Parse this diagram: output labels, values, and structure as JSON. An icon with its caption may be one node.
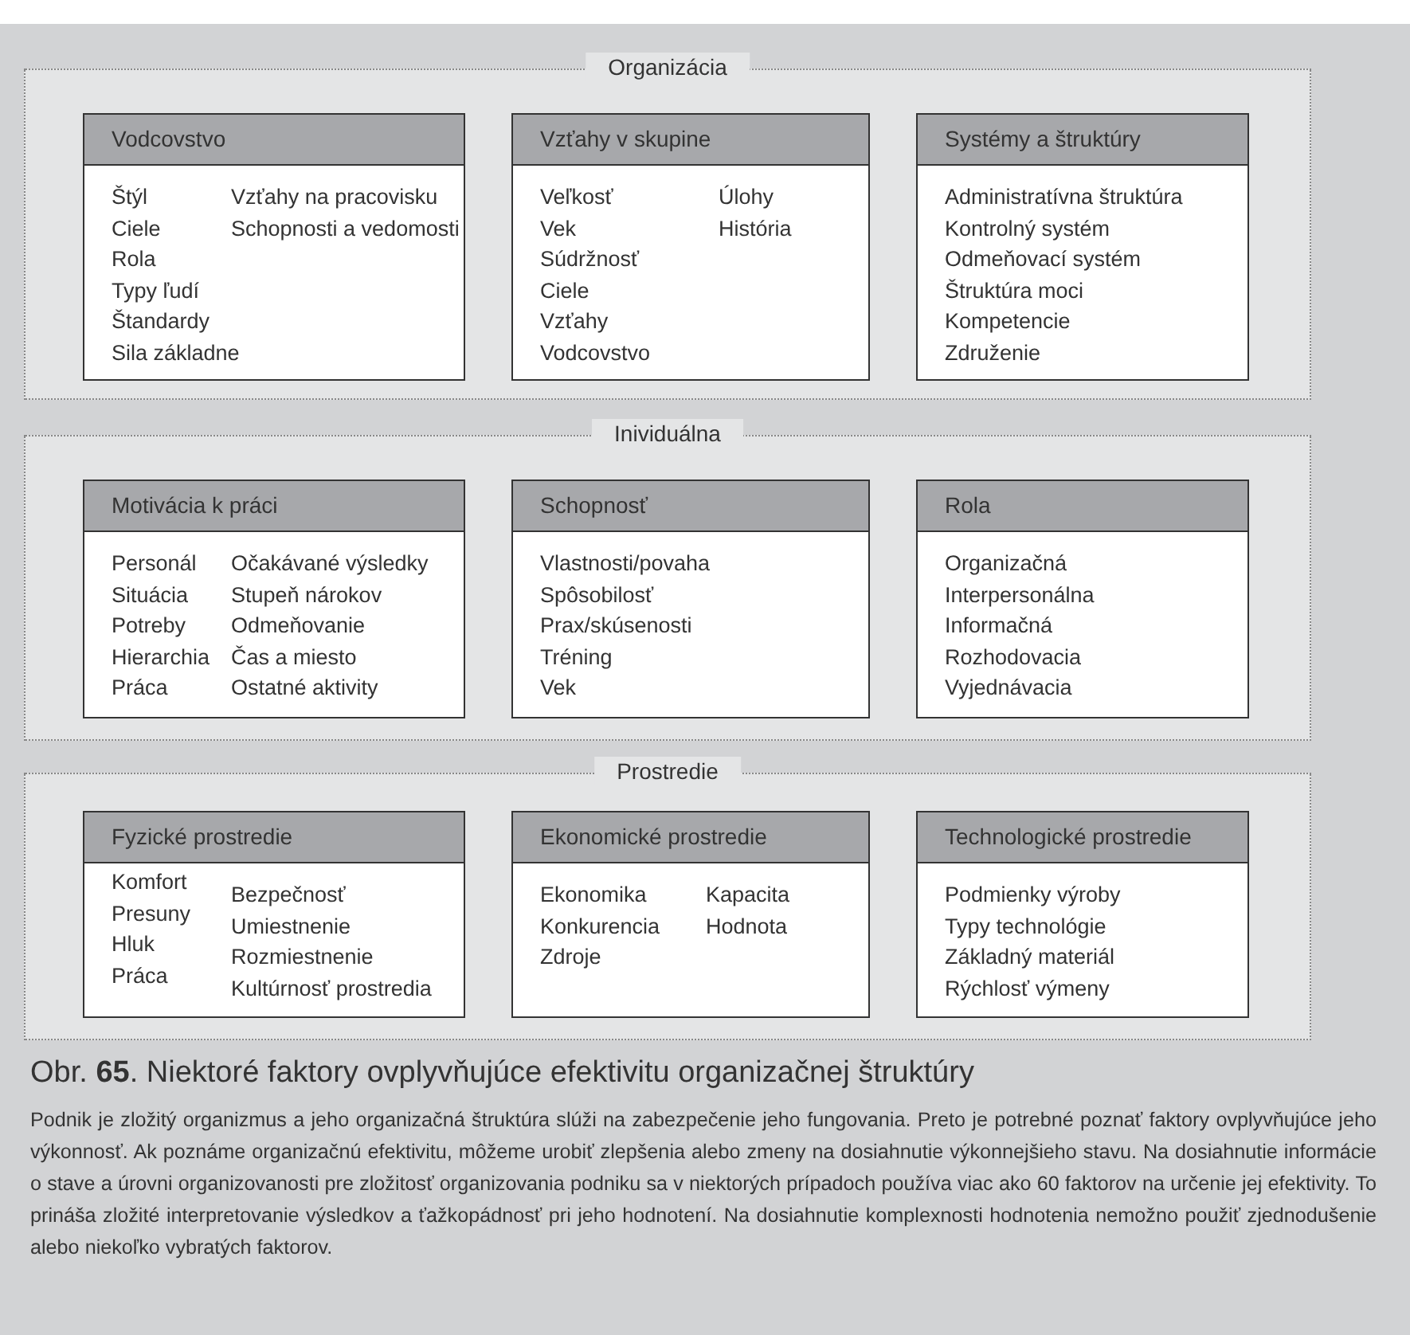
{
  "diagram": {
    "caption": "Obr. **65**.  Niektoré faktory ovplyvňujúce efektivitu organizačnej štruktúry",
    "nodes": [
      {
        "text": [
          "Organizácia"
        ]
      },
      {
        "text": [
          "Vodcovstvo",
          "Štýl",
          "Ciele",
          "Rola",
          "Typy ľudí",
          "Štandardy",
          "Sila základne",
          "Vzťahy na pracovisku",
          "Schopnosti a vedomosti"
        ],
        "in": 0
      },
      {
        "text": [
          "Vzťahy v skupine",
          "Veľkosť",
          "Vek",
          "Súdržnosť",
          "Ciele",
          "Vzťahy",
          "Vodcovstvo",
          "Úlohy",
          "História"
        ],
        "in": 0
      },
      {
        "text": [
          "Systémy a štruktúry",
          "Administratívna štruktúra",
          "Kontrolný systém",
          "Odmeňovací systém",
          "Štruktúra moci",
          "Kompetencie",
          "Združenie"
        ],
        "in": 0
      },
      {
        "text": [
          "Inividuálna"
        ]
      },
      {
        "text": [
          "Motivácia k práci",
          "Personál",
          "Situácia",
          "Potreby",
          "Hierarchia",
          "Práca",
          "Očakávané výsledky",
          "Stupeň nárokov",
          "Odmeňovanie",
          "Čas a miesto",
          "Ostatné aktivity"
        ],
        "in": 4
      },
      {
        "text": [
          "Schopnosť",
          "Vlastnosti/povaha",
          "Spôsobilosť",
          "Prax/skúsenosti",
          "Tréning",
          "Vek"
        ],
        "in": 4
      },
      {
        "text": [
          "Rola",
          "Organizačná",
          "Interpersonálna",
          "Informačná",
          "Rozhodovacia",
          "Vyjednávacia"
        ],
        "in": 4
      },
      {
        "text": [
          "Prostredie"
        ]
      },
      {
        "text": [
          "Fyzické prostredie",
          "Komfort",
          "Presuny",
          "Hluk",
          "Práca",
          "Bezpečnosť",
          "Umiestnenie",
          "Rozmiestnenie",
          "Kultúrnosť prostredia"
        ],
        "in": 8
      },
      {
        "text": [
          "Ekonomické prostredie",
          "Ekonomika",
          "Konkurencia",
          "Zdroje",
          "Kapacita",
          "Hodnota"
        ],
        "in": 8
      },
      {
        "text": [
          "Technologické prostredie",
          "Podmienky výroby",
          "Typy technológie",
          "Základný materiál",
          "Rýchlosť výmeny"
        ],
        "in": 8
      }
    ],
    "edges": [],
    "labels": [
      "Podnik je zložitý organizmus a jeho organizačná štruktúra slúži na zabezpečenie jeho fungovania. Preto je potrebné poznať faktory ovplyvňujúce jeho výkonnosť. Ak poznáme organizačnú efektivitu, môžeme urobiť zlepšenia alebo zmeny na dosiahnutie výkonnejšieho stavu. Na dosiahnutie informácie o stave a úrovni organizovanosti pre zložitosť organizovania podniku sa v niektorých prípadoch používa viac ako 60 faktorov na určenie jej efektivity. To prináša zložité interpretovanie výsledkov a ťažkopádnosť pri jeho hodnotení. Na dosiahnutie komplexnosti hodnotenia nemožno použiť zjednodušenie alebo niekoľko vybratých faktorov."
    ]
  }
}
